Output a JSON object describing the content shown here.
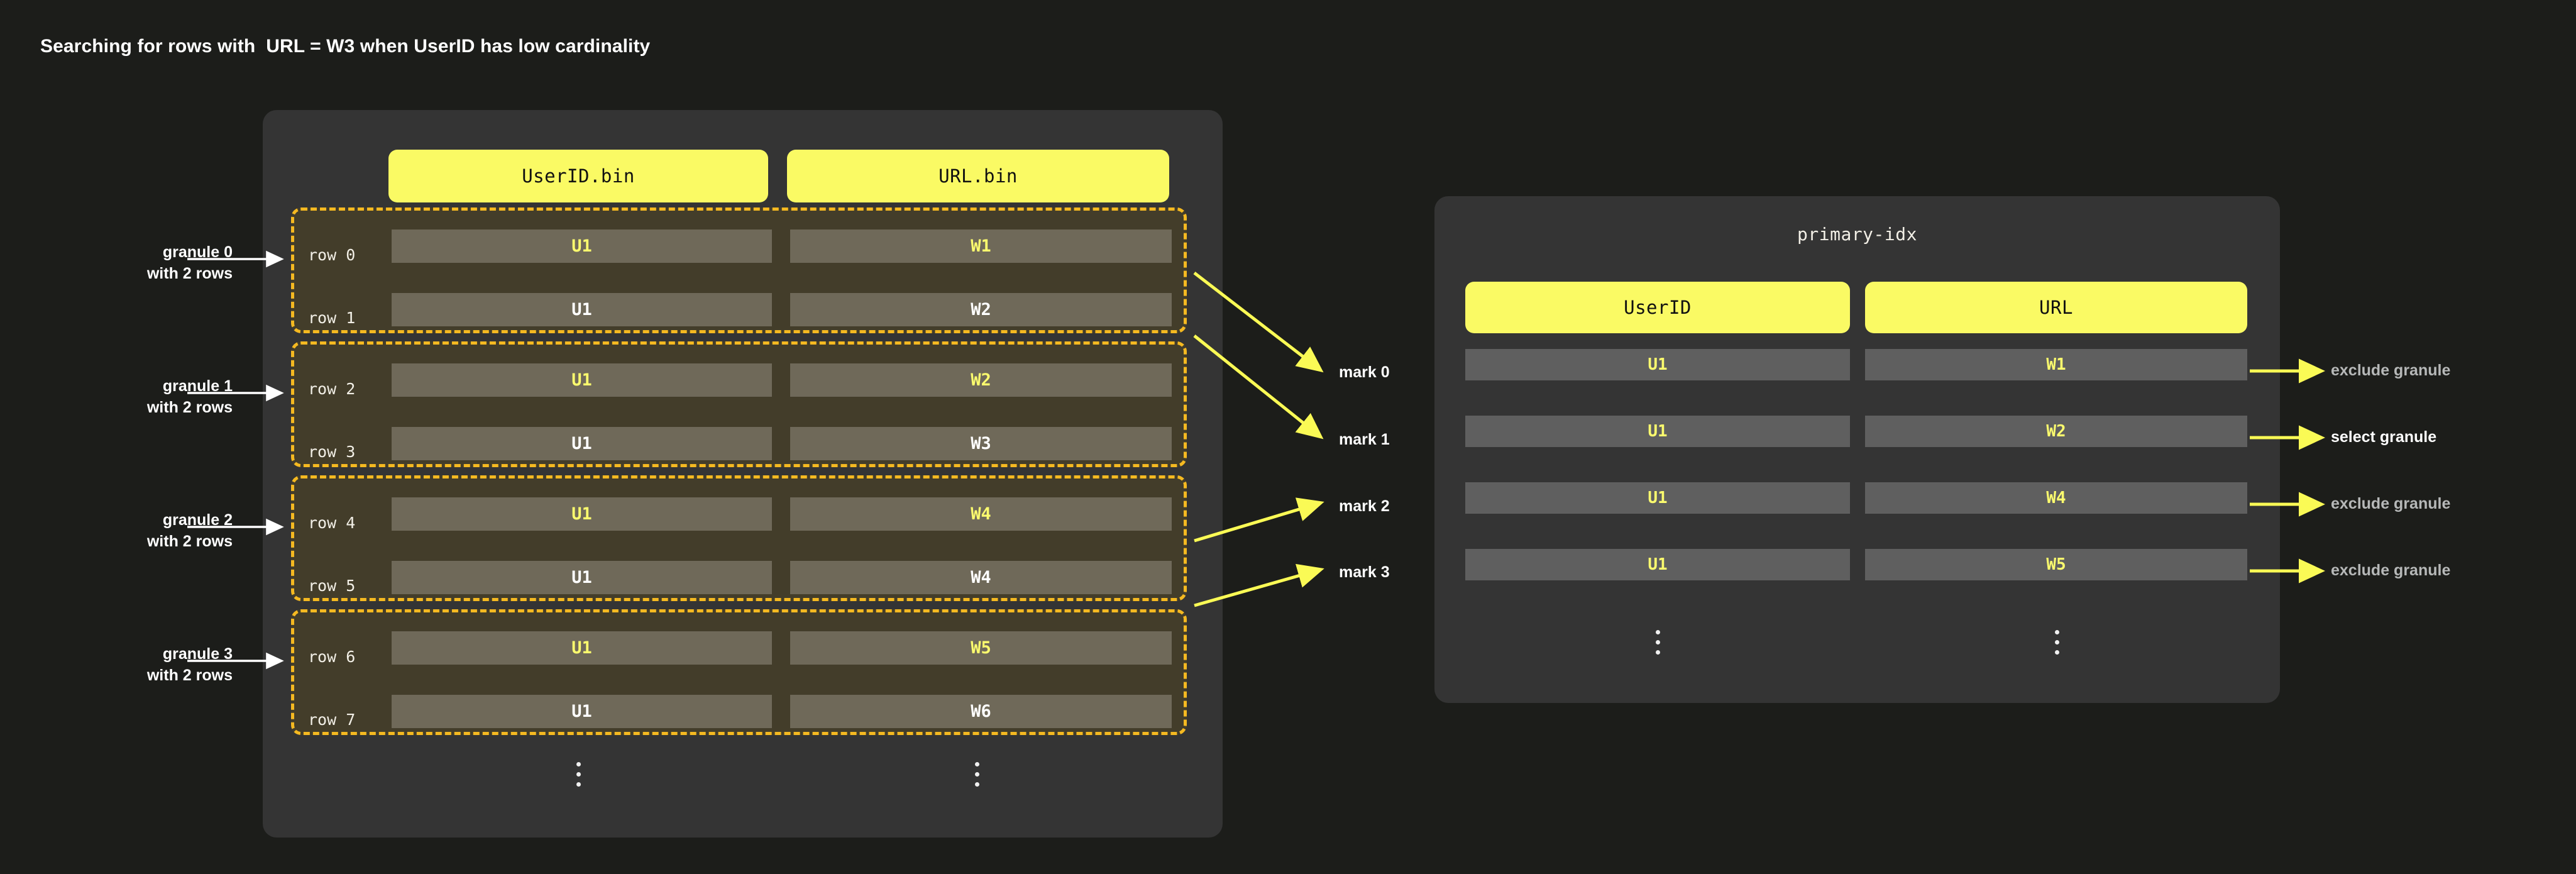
{
  "title": "Searching for rows with  URL = W3 when UserID has low cardinality",
  "colors": {
    "background": "#1c1d1a",
    "panel": "#343434",
    "header_yellow": "#fafa64",
    "highlight_yellow": "#fbfb6e",
    "granule_border": "#f5b921",
    "granule_fill": "#433d2a",
    "data_cell": "#6f6959",
    "index_cell": "#5f5f5f",
    "arrow_yellow": "#fafa55",
    "arrow_white": "#ffffff",
    "dim_text": "#b6b8b8"
  },
  "data_panel": {
    "columns": [
      {
        "label": "UserID.bin"
      },
      {
        "label": "URL.bin"
      }
    ],
    "granules": [
      {
        "note_line1": "granule 0",
        "note_line2": "with 2 rows",
        "rows": [
          {
            "label": "row 0",
            "userid": "U1",
            "url": "W1",
            "highlight": true
          },
          {
            "label": "row 1",
            "userid": "U1",
            "url": "W2",
            "highlight": false
          }
        ]
      },
      {
        "note_line1": "granule 1",
        "note_line2": "with 2 rows",
        "rows": [
          {
            "label": "row 2",
            "userid": "U1",
            "url": "W2",
            "highlight": true
          },
          {
            "label": "row 3",
            "userid": "U1",
            "url": "W3",
            "highlight": false
          }
        ]
      },
      {
        "note_line1": "granule 2",
        "note_line2": "with 2 rows",
        "rows": [
          {
            "label": "row 4",
            "userid": "U1",
            "url": "W4",
            "highlight": true
          },
          {
            "label": "row 5",
            "userid": "U1",
            "url": "W4",
            "highlight": false
          }
        ]
      },
      {
        "note_line1": "granule 3",
        "note_line2": "with 2 rows",
        "rows": [
          {
            "label": "row 6",
            "userid": "U1",
            "url": "W5",
            "highlight": true
          },
          {
            "label": "row 7",
            "userid": "U1",
            "url": "W6",
            "highlight": false
          }
        ]
      }
    ],
    "continuation": "vertical-ellipsis"
  },
  "marks": [
    {
      "label": "mark 0"
    },
    {
      "label": "mark 1"
    },
    {
      "label": "mark 2"
    },
    {
      "label": "mark 3"
    }
  ],
  "index_panel": {
    "title": "primary-idx",
    "columns": [
      {
        "label": "UserID"
      },
      {
        "label": "URL"
      }
    ],
    "rows": [
      {
        "userid": "U1",
        "url": "W1",
        "decision": "exclude granule",
        "selected": false
      },
      {
        "userid": "U1",
        "url": "W2",
        "decision": "select granule",
        "selected": true
      },
      {
        "userid": "U1",
        "url": "W4",
        "decision": "exclude granule",
        "selected": false
      },
      {
        "userid": "U1",
        "url": "W5",
        "decision": "exclude granule",
        "selected": false
      }
    ],
    "continuation": "vertical-ellipsis"
  }
}
